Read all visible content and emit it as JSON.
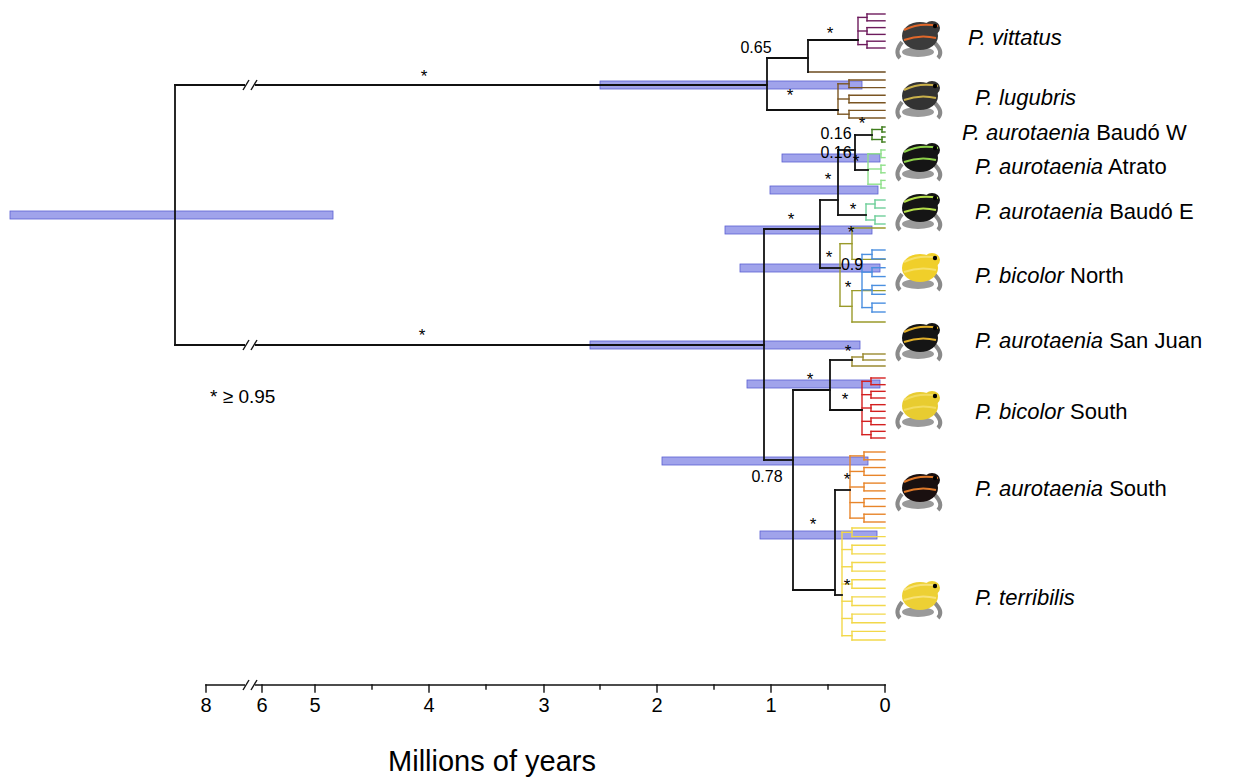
{
  "diagram": {
    "labels": [
      "P. vittatus",
      "P. lugubris",
      "P. aurotaenia Baudó W",
      "P. aurotaenia Atrato",
      "P. aurotaenia Baudó E",
      "P. bicolor North",
      "P. aurotaenia San Juan",
      "P. bicolor South",
      "P. aurotaenia South",
      "P. terribilis",
      "0.65",
      "0.16",
      "0.16",
      "0.9",
      "0.78",
      "*",
      "*",
      "*",
      "*",
      "*",
      "*",
      "*",
      "*",
      "*",
      "*",
      "*",
      "*",
      "*",
      "*",
      "*",
      "*",
      "*",
      "*",
      "* ≥ 0.95",
      "8",
      "6",
      "5",
      "4",
      "3",
      "2",
      "1",
      "0",
      "Millions of years"
    ]
  }
}
